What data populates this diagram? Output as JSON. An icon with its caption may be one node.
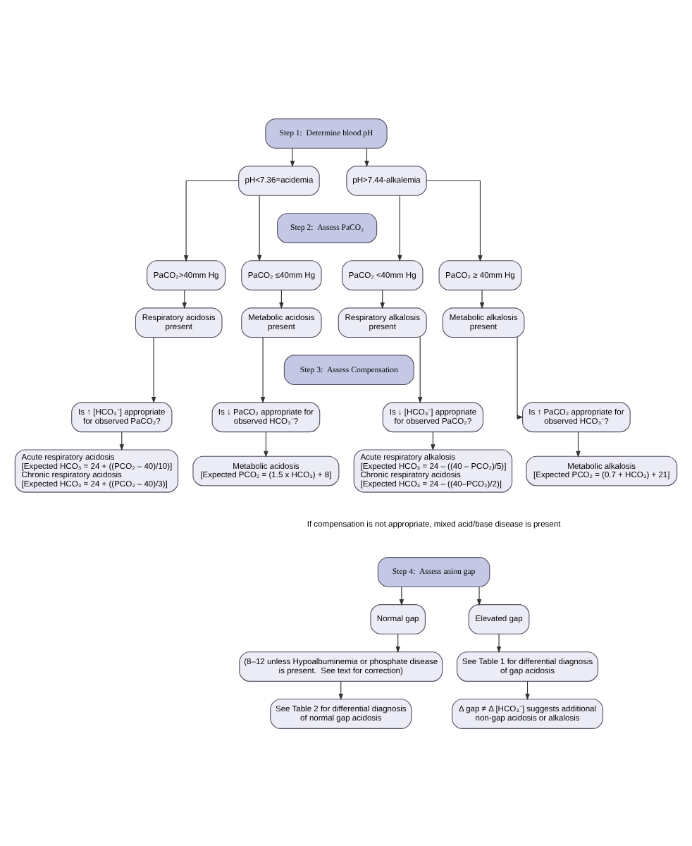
{
  "diagram": {
    "nodes": [
      {
        "text": [
          "Step 1:  Determine blood pH"
        ]
      },
      {
        "text": [
          "pH<7.36=acidemia"
        ]
      },
      {
        "text": [
          "pH>7.44-alkalemia"
        ]
      },
      {
        "text": [
          "Step 2:  Assess PaCO₂"
        ]
      },
      {
        "text": [
          "PaCO₂>40mm Hg"
        ]
      },
      {
        "text": [
          "PaCO₂ ≤40mm Hg"
        ]
      },
      {
        "text": [
          "PaCO₂ <40mm Hg"
        ]
      },
      {
        "text": [
          "PaCO₂ ≥ 40mm Hg"
        ]
      },
      {
        "text": [
          "Respiratory acidosis present"
        ]
      },
      {
        "text": [
          "Metabolic acidosis present"
        ]
      },
      {
        "text": [
          "Respiratory alkalosis present"
        ]
      },
      {
        "text": [
          "Metabolic alkalosis present"
        ]
      },
      {
        "text": [
          "Step 3:  Assess Compensation"
        ]
      },
      {
        "text": [
          "Is ↑ [HCO₃⁻] appropriate for observed PaCO₂?"
        ]
      },
      {
        "text": [
          "Is ↓ PaCO₂ appropriate for observed HCO₃⁻?"
        ]
      },
      {
        "text": [
          "Is ↓ [HCO₃⁻] appropriate for observed PaCO₂?"
        ]
      },
      {
        "text": [
          "Is ↑ PaCO₂ appropriate for observed HCO₃⁻?"
        ]
      },
      {
        "text": [
          "Acute respiratory acidosis",
          "[Expected HCO₃ = 24 + ((PCO₂ – 40)/10)]",
          "Chronic respiratory acidosis",
          "[Expected HCO₃ = 24 + ((PCO₂ – 40)/3)]"
        ]
      },
      {
        "text": [
          "Acute respiratory alkalosis",
          "[Expected HCO₃ = 24 – ((40 – PCO₂)/5)]",
          "Chronic respiratory acidosis",
          "[Expected HCO₃ = 24 – ((40–PCO₂)/2)]"
        ]
      },
      {
        "text": [
          "Metabolic acidosis",
          "[Expected PCO₂ = (1.5 x HCO₃) + 8]"
        ]
      },
      {
        "text": [
          "Metabolic alkalosis",
          "[Expected PCO₂ = (0.7 + HCO₃) + 21]"
        ]
      },
      {
        "text": [
          "Step 4:  Assess anion gap"
        ]
      },
      {
        "text": [
          "Normal gap"
        ]
      },
      {
        "text": [
          "Elevated gap"
        ]
      },
      {
        "text": [
          "(8–12 unless Hypoalbuminemia or phosphate disease is present.  See text for correction)"
        ]
      },
      {
        "text": [
          "See Table 1 for differential diagnosis of gap acidosis"
        ]
      },
      {
        "text": [
          "See Table 2 for differential diagnosis of normal gap acidosis"
        ]
      },
      {
        "text": [
          "Δ gap ≠ Δ [HCO₃⁻] suggests additional non-gap acidosis or alkalosis"
        ]
      }
    ],
    "edges": [
      {
        "from": 0,
        "to": 1,
        "arrow": "to"
      },
      {
        "from": 0,
        "to": 2,
        "arrow": "to"
      },
      {
        "from": 1,
        "to": 4,
        "arrow": "to"
      },
      {
        "from": 1,
        "to": 5,
        "arrow": "to"
      },
      {
        "from": 2,
        "to": 6,
        "arrow": "to"
      },
      {
        "from": 2,
        "to": 7,
        "arrow": "to"
      },
      {
        "from": 4,
        "to": 8,
        "arrow": "to"
      },
      {
        "from": 5,
        "to": 9,
        "arrow": "to"
      },
      {
        "from": 6,
        "to": 10,
        "arrow": "to"
      },
      {
        "from": 7,
        "to": 11,
        "arrow": "to"
      },
      {
        "from": 8,
        "to": 13,
        "arrow": "to"
      },
      {
        "from": 9,
        "to": 14,
        "arrow": "to"
      },
      {
        "from": 10,
        "to": 15,
        "arrow": "to"
      },
      {
        "from": 11,
        "to": 16,
        "arrow": "to"
      },
      {
        "from": 13,
        "to": 17,
        "arrow": "to"
      },
      {
        "from": 14,
        "to": 19,
        "arrow": "to"
      },
      {
        "from": 15,
        "to": 18,
        "arrow": "to"
      },
      {
        "from": 16,
        "to": 20,
        "arrow": "to"
      },
      {
        "from": 21,
        "to": 22,
        "arrow": "to"
      },
      {
        "from": 21,
        "to": 23,
        "arrow": "to"
      },
      {
        "from": 22,
        "to": 24,
        "arrow": "to"
      },
      {
        "from": 24,
        "to": 26,
        "arrow": "to"
      },
      {
        "from": 23,
        "to": 25,
        "arrow": "to"
      },
      {
        "from": 25,
        "to": 27,
        "arrow": "to"
      }
    ],
    "labels": [
      "If compensation is not appropriate, mixed acid/base disease is present"
    ]
  }
}
